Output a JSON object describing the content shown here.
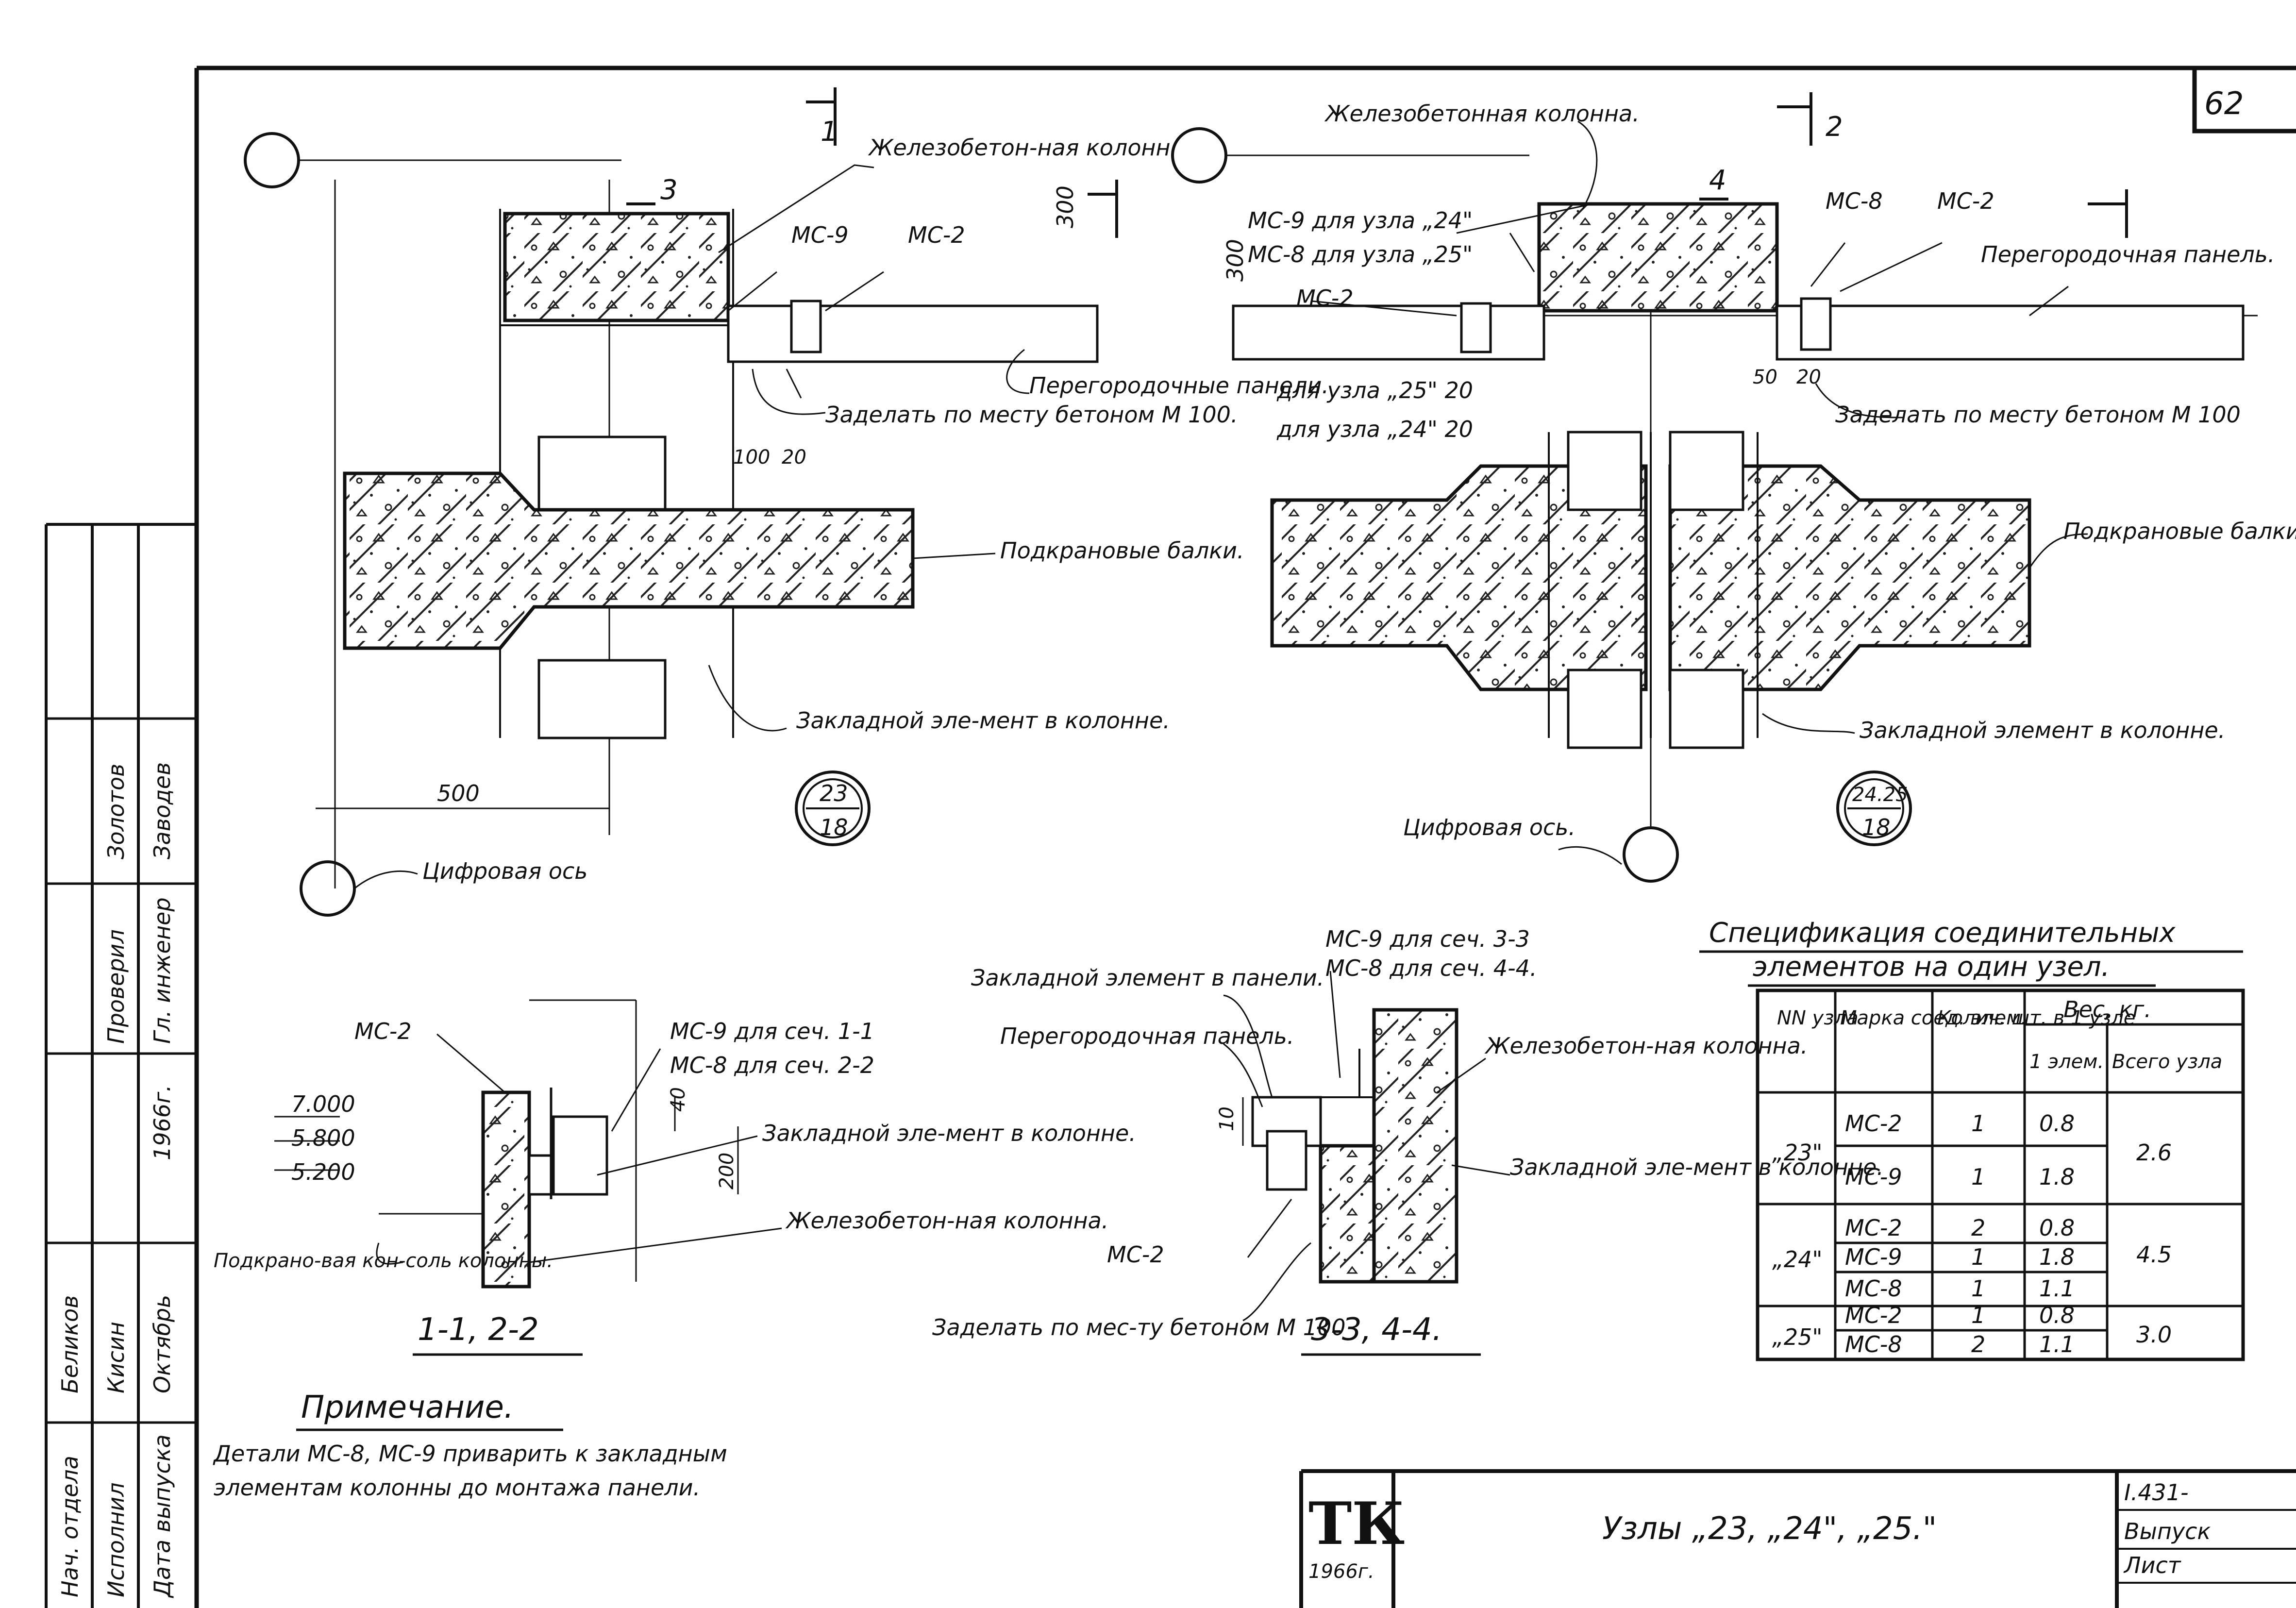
{
  "sheet": {
    "number": "62",
    "stamp_org": "ТК",
    "stamp_year": "1966г.",
    "title": "Узлы „23, „24\", „25.\"",
    "code": "I.431-",
    "issue": "Выпуск",
    "sheet_label": "Лист"
  },
  "left_strip": {
    "rows": [
      [
        "Нач. отдела",
        "Беликов",
        ""
      ],
      [
        "Гл. инженер",
        "Заводев",
        ""
      ],
      [
        "Проверил",
        "Золотов",
        ""
      ],
      [
        "Исполнил",
        "Кисин",
        ""
      ],
      [
        "Дата выпуска",
        "Октябрь",
        "1966г."
      ]
    ]
  },
  "node23": {
    "section_marks": [
      "1",
      "3"
    ],
    "dims": [
      "300",
      "100",
      "20",
      "500"
    ],
    "labels": {
      "column": "Железобетон-ная колонна.",
      "ms9": "МС-9",
      "ms2": "МС-2",
      "partition": "Перегородочные панели.",
      "fill": "Заделать по месту бетоном М 100.",
      "beams": "Подкрановые балки.",
      "embed": "Закладной эле-мент в колонне.",
      "axis": "Цифровая ось"
    },
    "badge_top": "23",
    "badge_bottom": "18"
  },
  "node2425": {
    "section_marks": [
      "2",
      "4"
    ],
    "dims": [
      "300",
      "50",
      "20",
      "20"
    ],
    "labels": {
      "column": "Железобетонная колонна.",
      "ms9_24": "МС-9 для узла „24\"",
      "ms8_25": "МС-8 для узла „25\"",
      "ms8": "МС-8",
      "ms2": "МС-2",
      "ms2_left": "МС-2",
      "partition": "Перегородочная панель.",
      "fill": "Заделать по месту бетоном М 100",
      "for25": "для узла „25\" 20",
      "for24": "для узла „24\" 20",
      "beams": "Подкрановые балки.",
      "embed": "Закладной элемент в колонне.",
      "axis": "Цифровая ось."
    },
    "badge_top": "24.25",
    "badge_bottom": "18"
  },
  "sec12": {
    "title": "1-1, 2-2",
    "levels": [
      "7.000",
      "5.800",
      "5.200"
    ],
    "dims": [
      "40",
      "200"
    ],
    "labels": {
      "ms2": "МС-2",
      "ms9": "МС-9 для сеч. 1-1",
      "ms8": "МС-8 для сеч. 2-2",
      "embed": "Закладной эле-мент в колонне.",
      "column": "Железобетон-ная колонна.",
      "console": "Подкрано-вая кон-соль колонны."
    }
  },
  "sec34": {
    "title": "3-3, 4-4.",
    "dims": [
      "10"
    ],
    "labels": {
      "ms9": "МС-9 для сеч. 3-3",
      "ms8": "МС-8 для сеч. 4-4.",
      "embed_panel": "Закладной элемент в панели.",
      "panel": "Перегородочная панель.",
      "column": "Железобетон-ная колонна.",
      "embed_col": "Закладной эле-мент в колонне.",
      "ms2": "МС-2",
      "fill": "Заделать по мес-ту бетоном М 100"
    }
  },
  "spec": {
    "title1": "Спецификация соединительных",
    "title2": "элементов на один узел.",
    "head": [
      "NN узла",
      "Марка соед. элем.",
      "Колич. шт. в 1 узле",
      "Вес, кг.",
      "1 элем.",
      "Всего узла"
    ],
    "groups": [
      {
        "node": "„23\"",
        "total": "2.6",
        "rows": [
          [
            "МС-2",
            "1",
            "0.8"
          ],
          [
            "МС-9",
            "1",
            "1.8"
          ]
        ]
      },
      {
        "node": "„24\"",
        "total": "4.5",
        "rows": [
          [
            "МС-2",
            "2",
            "0.8"
          ],
          [
            "МС-9",
            "1",
            "1.8"
          ],
          [
            "МС-8",
            "1",
            "1.1"
          ]
        ]
      },
      {
        "node": "„25\"",
        "total": "3.0",
        "rows": [
          [
            "МС-2",
            "1",
            "0.8"
          ],
          [
            "МС-8",
            "2",
            "1.1"
          ]
        ]
      }
    ]
  },
  "note": {
    "title": "Примечание.",
    "line1": "Детали МС-8, МС-9 приварить к закладным",
    "line2": "элементам колонны до монтажа панели."
  }
}
